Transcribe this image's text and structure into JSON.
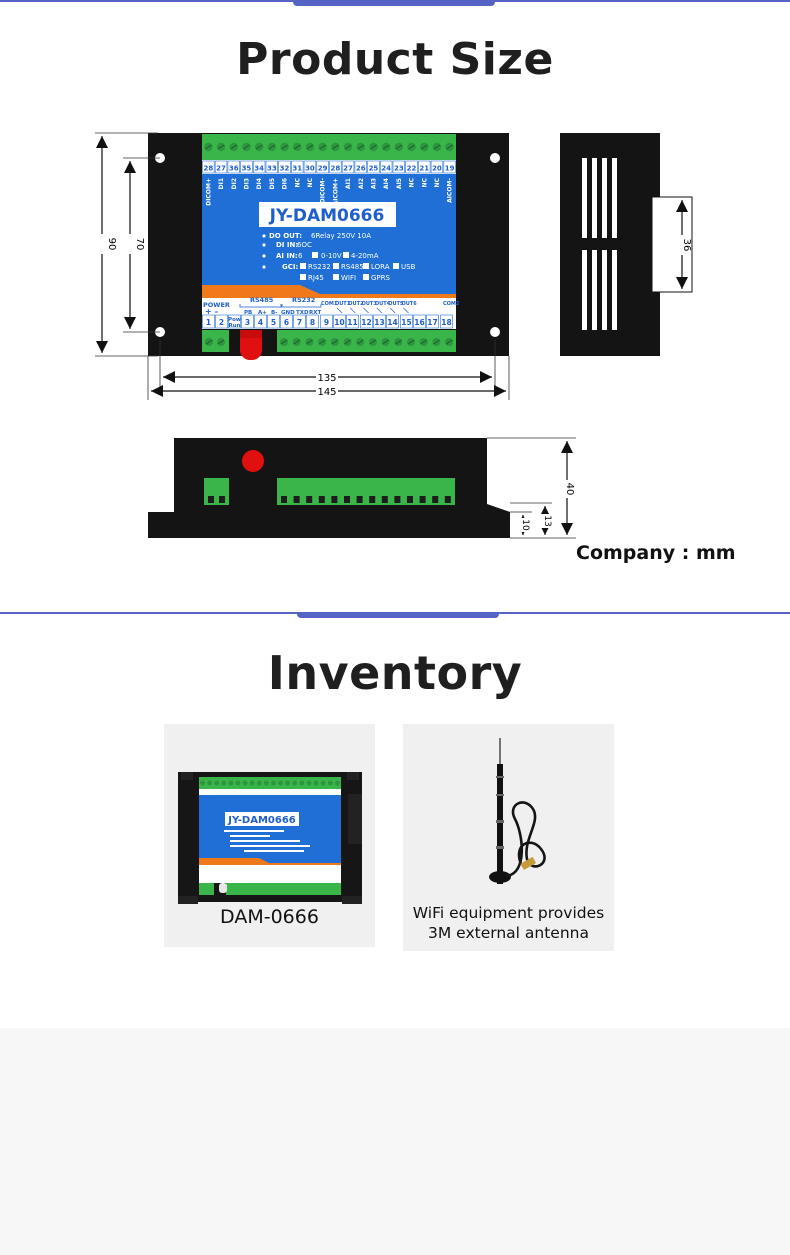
{
  "sections": {
    "size_title": "Product Size",
    "inventory_title": "Inventory"
  },
  "front_view": {
    "top_pins": [
      "28",
      "27",
      "36",
      "35",
      "34",
      "33",
      "32",
      "31",
      "30",
      "29",
      "28",
      "27",
      "26",
      "25",
      "24",
      "23",
      "22",
      "21",
      "20",
      "19"
    ],
    "top_labels": [
      "DICOM+",
      "DI1",
      "DI2",
      "DI3",
      "DI4",
      "DI5",
      "DI6",
      "NC",
      "NC",
      "DICOM-",
      "AICOM+",
      "AI1",
      "AI2",
      "AI3",
      "AI4",
      "AI5",
      "NC",
      "NC",
      "NC",
      "AICOM-"
    ],
    "model": "JY-DAM0666",
    "spec_do_key": "DO OUT:",
    "spec_do_val": "6Relay 250V 10A",
    "spec_di_key": "DI IN:",
    "spec_di_val": "6OC",
    "spec_ai_key": "AI IN:",
    "spec_ai_val": "6",
    "spec_ai_opt1": "0-10V",
    "spec_ai_opt2": "4-20mA",
    "spec_gci_key": "GCI:",
    "gci_opts": [
      "RS232",
      "RS485",
      "LORA",
      "USB",
      "RJ45",
      "WIFI",
      "GPRS"
    ],
    "power_label": "POWER",
    "power_sign": "+ –",
    "rs485_label": "RS485",
    "rs485_sub": [
      "PB",
      "A+",
      "B-"
    ],
    "rs232_label": "RS232",
    "rs232_sub": [
      "GND",
      "TXD",
      "RXT"
    ],
    "com1": "COM1",
    "com2": "COM2",
    "outs": [
      "OUT1",
      "OUT2",
      "OUT3",
      "OUT4",
      "OUT5",
      "OUT6"
    ],
    "bottom_pins": [
      "1",
      "2",
      "Pow Run",
      "3",
      "4",
      "5",
      "6",
      "7",
      "8",
      "9",
      "10",
      "11",
      "12",
      "13",
      "14",
      "15",
      "16",
      "17",
      "18"
    ]
  },
  "dimensions": {
    "height_outer": "90",
    "height_inner": "70",
    "width_inner": "135",
    "width_outer": "145",
    "side_width": "36",
    "depth_total": "40",
    "depth_base": "13",
    "depth_flange": "10"
  },
  "unit_label": "Company : mm",
  "inventory": [
    {
      "caption": "DAM-0666",
      "model": "JY-DAM0666"
    },
    {
      "caption_line1": "WiFi equipment provides",
      "caption_line2": "3M external antenna"
    }
  ],
  "colors": {
    "accent": "#5563c4",
    "terminal_green": "#39b54a",
    "panel_blue": "#1f6fd6",
    "power_red": "#e01010"
  }
}
